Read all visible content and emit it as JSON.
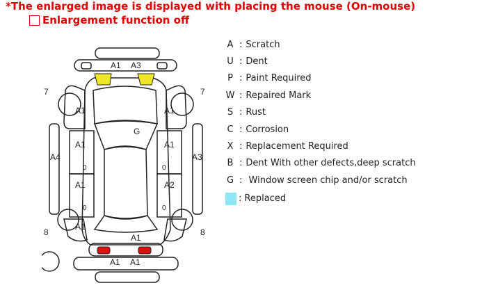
{
  "header": {
    "title": "*The enlarged image is displayed with placing the mouse (On-mouse)",
    "toggle_label": "Enlargement function off",
    "toggle_checked": false
  },
  "legend": {
    "items": [
      {
        "code": "A",
        "sep": ":",
        "label": "Scratch"
      },
      {
        "code": "U",
        "sep": ":",
        "label": "Dent"
      },
      {
        "code": "P",
        "sep": ":",
        "label": "Paint Required"
      },
      {
        "code": "W",
        "sep": ":",
        "label": "Repaired Mark"
      },
      {
        "code": "S",
        "sep": ":",
        "label": "Rust"
      },
      {
        "code": "C",
        "sep": ":",
        "label": "Corrosion"
      },
      {
        "code": "X",
        "sep": ":",
        "label": "Replacement Required"
      },
      {
        "code": "B",
        "sep": ":",
        "label": "Dent With other defects,deep scratch"
      },
      {
        "code": "G",
        "sep": ":",
        "label": " Window screen chip and/or scratch"
      }
    ],
    "replaced": {
      "sep": ":",
      "label": "Replaced",
      "color": "#8fe6f6"
    }
  },
  "diagram": {
    "front_bumper_marks": [
      "A1",
      "A3"
    ],
    "rear_bumper_marks": [
      "A1",
      "A1"
    ],
    "windshield_mark": "G",
    "fender_marks": [
      "A1",
      "A1"
    ],
    "front_door_marks": [
      "A1",
      "A1"
    ],
    "rear_door_marks": [
      "A1",
      "A2"
    ],
    "quarter_marks": [
      "A1"
    ],
    "trunk_mark": "A1",
    "rocker_marks": [
      "A4",
      "A3"
    ],
    "pillar_marks": [
      "0",
      "0",
      "0",
      "0"
    ],
    "wheel_marks": [
      "7",
      "7",
      "8",
      "8"
    ],
    "front_highlight_color": "#f0e628",
    "rear_highlight_color": "#dd1010"
  }
}
